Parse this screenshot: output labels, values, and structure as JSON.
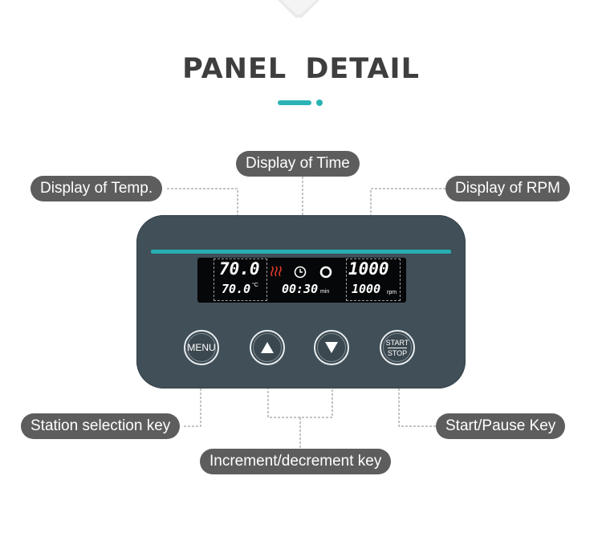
{
  "title": "PANEL  DETAIL",
  "accent_color": "#2bb3b5",
  "panel_color": "#414f58",
  "callouts": {
    "time": "Display of Time",
    "temp": "Display of Temp.",
    "rpm": "Display of RPM",
    "station": "Station selection key",
    "incdec": "Increment/decrement key",
    "startpause": "Start/Pause Key"
  },
  "display": {
    "temp_set": "70.0",
    "temp_actual": "70.0",
    "temp_unit": "°C",
    "time": "00:30",
    "time_unit": "min",
    "rpm_set": "1000",
    "rpm_actual": "1000",
    "rpm_unit": "rpm",
    "icons": [
      "heating-icon",
      "clock-icon",
      "ring-icon"
    ]
  },
  "keys": {
    "menu": "MENU",
    "up_icon": "up-triangle-icon",
    "down_icon": "down-triangle-icon",
    "start": "START",
    "stop": "STOP"
  }
}
